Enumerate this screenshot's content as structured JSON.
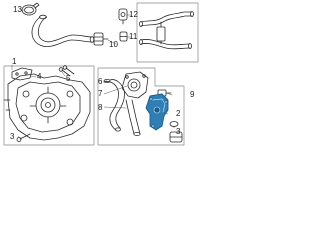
{
  "diagram": {
    "callouts": [
      "1",
      "2",
      "3",
      "4",
      "5",
      "6",
      "7",
      "8",
      "9",
      "10",
      "11",
      "12",
      "13"
    ],
    "colors": {
      "line": "#2b2b2b",
      "frame": "#888888",
      "highlight": "#2f7fb5",
      "highlight_dark": "#1d5d88",
      "background": "#ffffff"
    }
  }
}
